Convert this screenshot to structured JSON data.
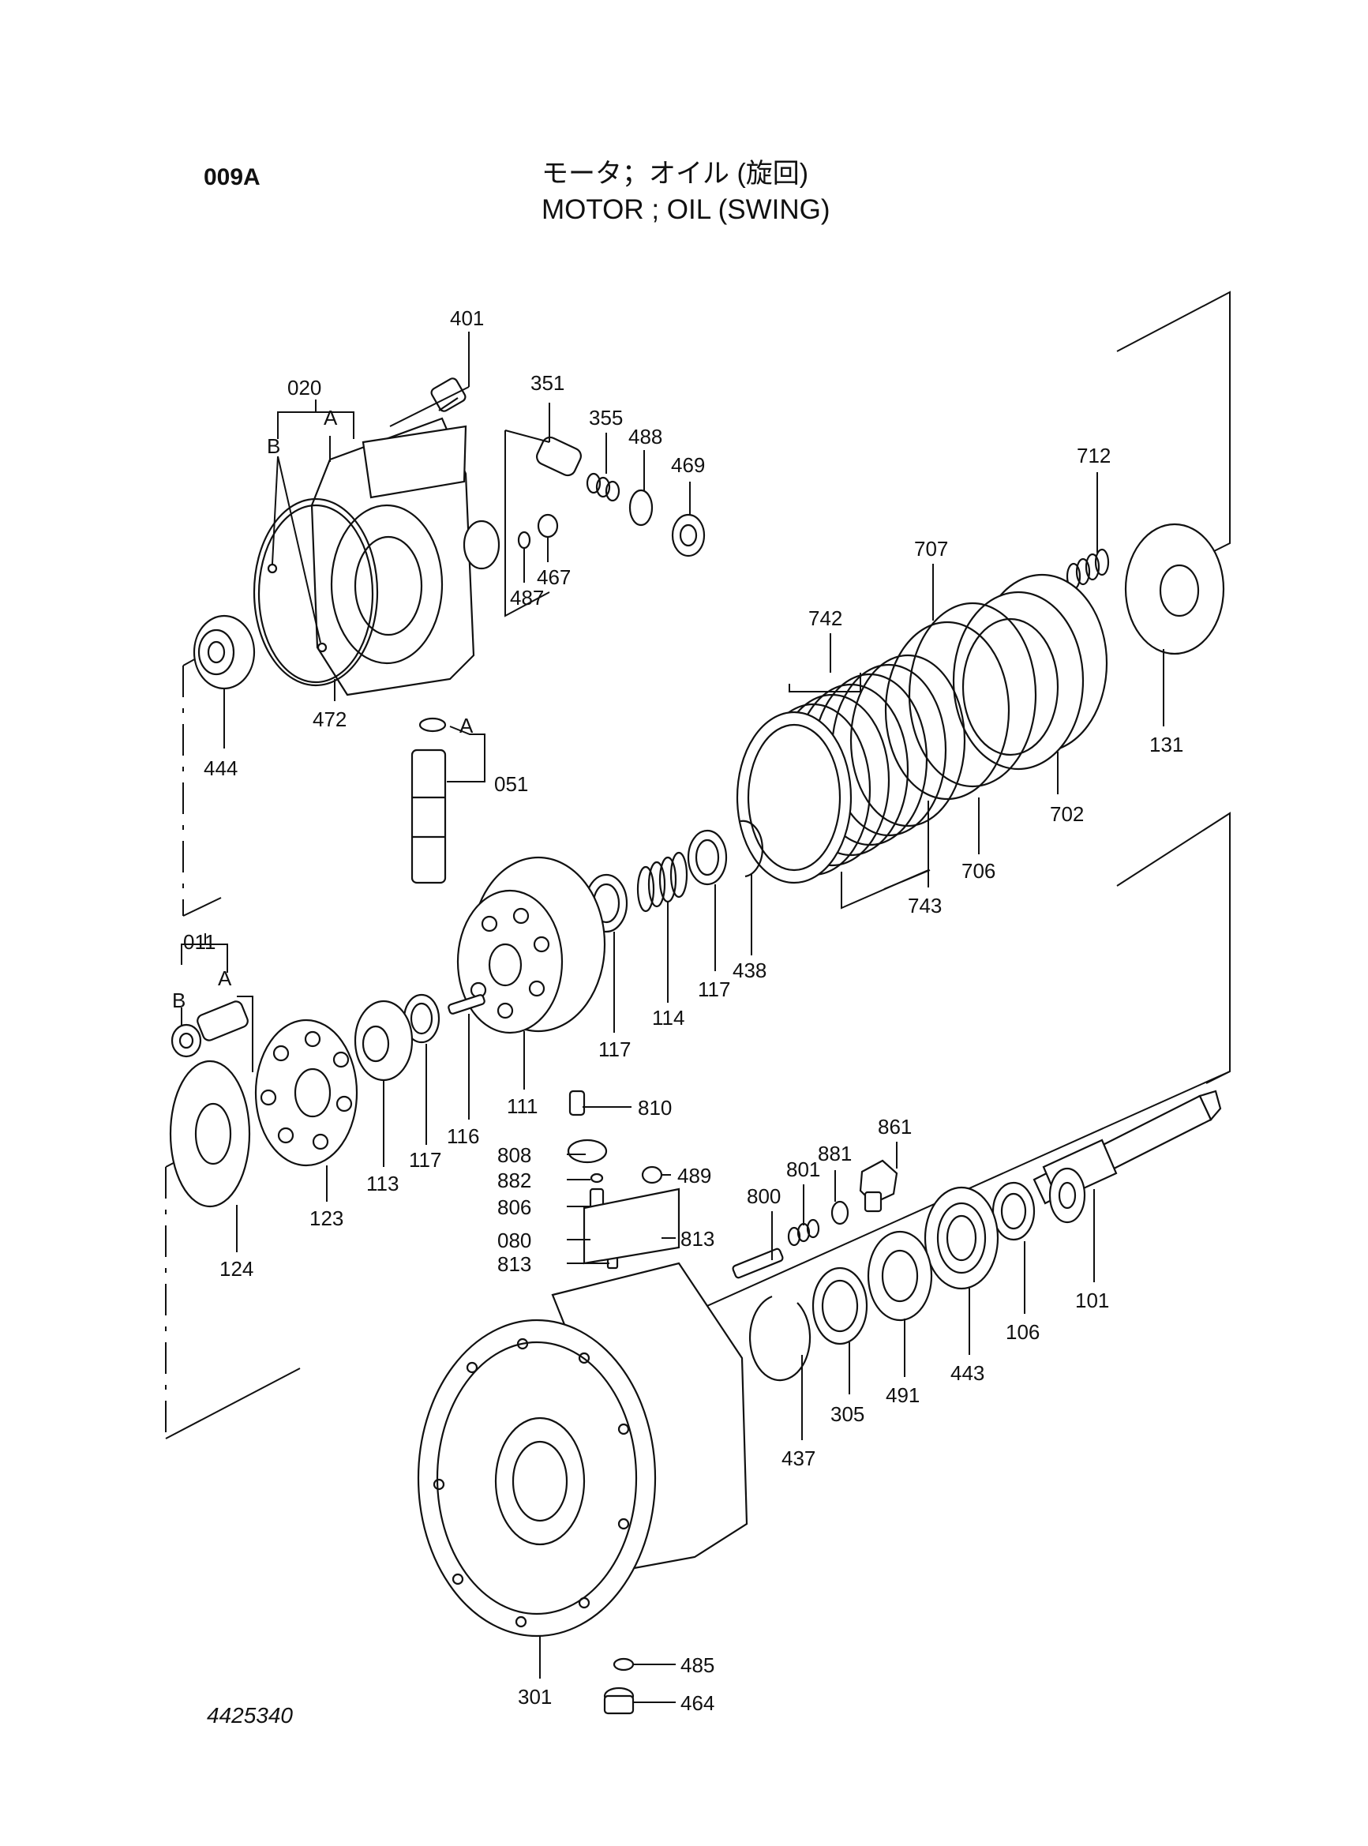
{
  "header": {
    "page_code": "009A",
    "title_jp": "モータ；オイル (旋回)",
    "title_en": "MOTOR ; OIL (SWING)"
  },
  "footer": {
    "drawing_number": "4425340"
  },
  "part_labels": {
    "p401": "401",
    "p020": "020",
    "A1": "A",
    "B1": "B",
    "p351": "351",
    "p355": "355",
    "p488": "488",
    "p469": "469",
    "p467": "467",
    "p487": "487",
    "p472": "472",
    "p444": "444",
    "A2": "A",
    "p051": "051",
    "p712": "712",
    "p707": "707",
    "p742": "742",
    "p131": "131",
    "p702": "702",
    "p706": "706",
    "p743": "743",
    "p438": "438",
    "p117a": "117",
    "p114": "114",
    "p117b": "117",
    "p011": "011",
    "A3": "A",
    "B3": "B",
    "p111": "111",
    "p116": "116",
    "p117c": "117",
    "p113": "113",
    "p123": "123",
    "p124": "124",
    "p810": "810",
    "p808": "808",
    "p882": "882",
    "p806": "806",
    "p080": "080",
    "p813a": "813",
    "p813b": "813",
    "p489": "489",
    "p800": "800",
    "p801": "801",
    "p881": "881",
    "p861": "861",
    "p101": "101",
    "p106": "106",
    "p443": "443",
    "p491": "491",
    "p305": "305",
    "p437": "437",
    "p301": "301",
    "p485": "485",
    "p464": "464"
  }
}
